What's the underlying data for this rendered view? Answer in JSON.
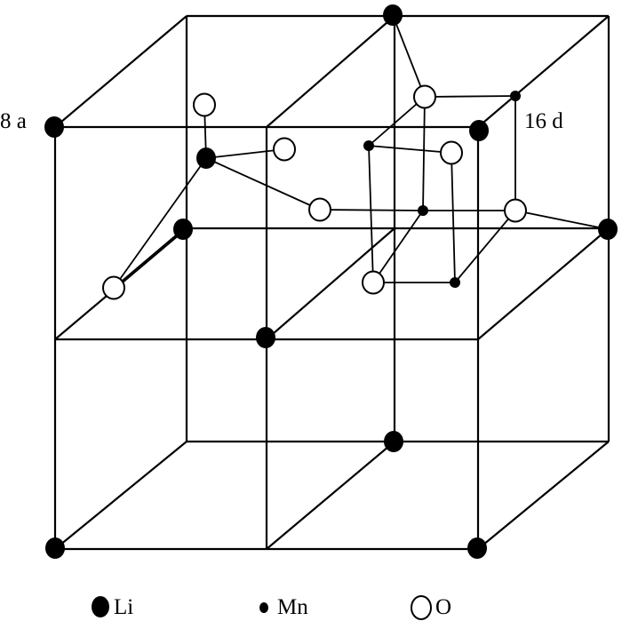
{
  "labels": {
    "site_8a": "8 a",
    "site_16d": "16 d"
  },
  "legend": {
    "li": "Li",
    "mn": "Mn",
    "o": "O"
  },
  "colors": {
    "line": "#000000",
    "li_fill": "#000000",
    "mn_fill": "#000000",
    "o_fill": "#ffffff"
  }
}
